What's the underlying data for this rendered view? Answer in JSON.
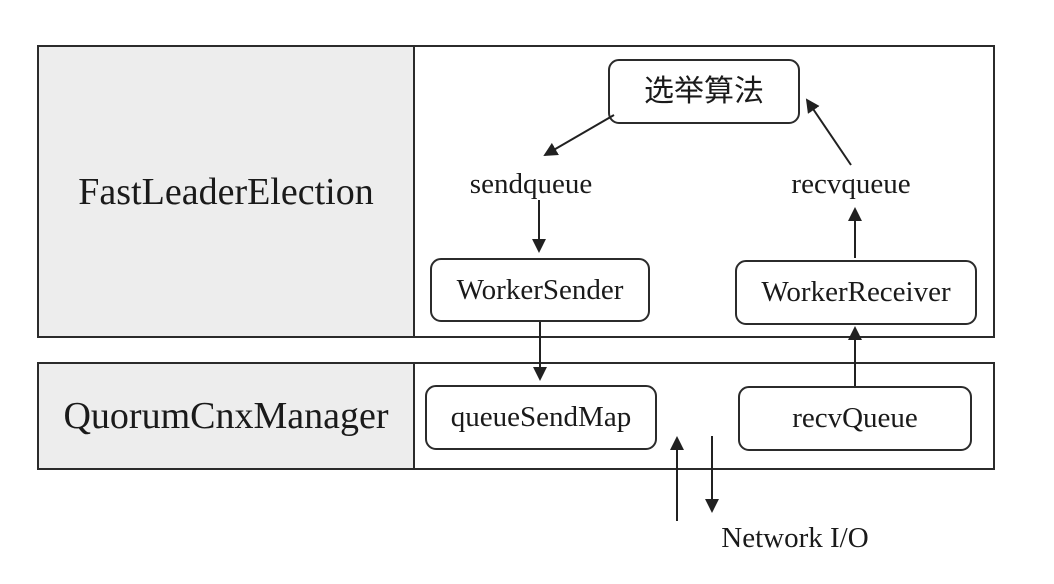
{
  "diagram": {
    "bands": [
      {
        "label": "FastLeaderElection"
      },
      {
        "label": "QuorumCnxManager"
      }
    ],
    "nodes": {
      "election_algorithm": "选举算法",
      "worker_sender": "WorkerSender",
      "worker_receiver": "WorkerReceiver",
      "queue_send_map": "queueSendMap",
      "recv_queue_box": "recvQueue"
    },
    "labels": {
      "sendqueue": "sendqueue",
      "recvqueue": "recvqueue",
      "network_io": "Network I/O"
    },
    "arrows": [
      "election-algorithm-to-sendqueue",
      "recvqueue-to-election-algorithm",
      "sendqueue-to-workersender",
      "workerreceiver-to-recvqueue",
      "workersender-to-queuesendmap",
      "recvqueue-box-to-workerreceiver",
      "network-inbound-up",
      "network-outbound-down"
    ],
    "colors": {
      "line": "#212121",
      "border": "#2b2b2b",
      "label_cell_bg": "#ededed",
      "background": "#ffffff",
      "text": "#1a1a1a"
    }
  }
}
